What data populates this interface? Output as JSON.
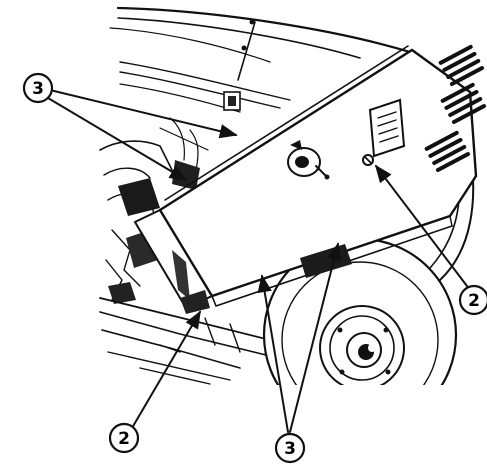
{
  "callouts": [
    {
      "id": "callout-3-upper-left",
      "label": "3"
    },
    {
      "id": "callout-2-right",
      "label": "2"
    },
    {
      "id": "callout-2-bottom-left",
      "label": "2"
    },
    {
      "id": "callout-3-bottom",
      "label": "3"
    }
  ],
  "colors": {
    "ink": "#111111",
    "paper": "#ffffff",
    "shade": "#2a2a2a"
  },
  "icons": [
    "arrow",
    "louver-vent",
    "latch-knob",
    "cap-screw"
  ]
}
